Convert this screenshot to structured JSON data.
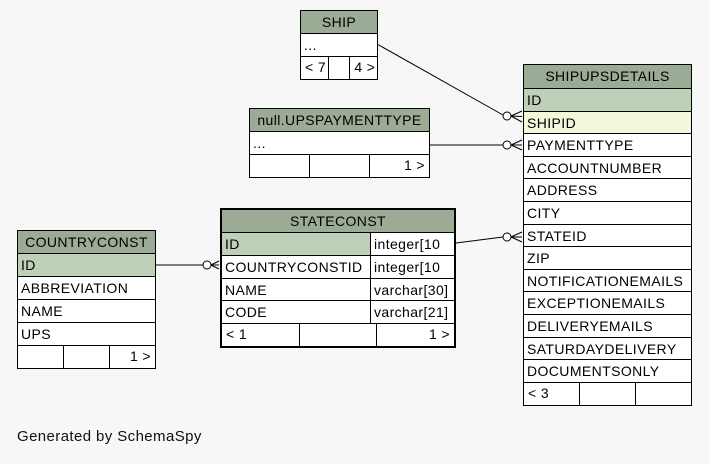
{
  "page": {
    "footer_text": "Generated by SchemaSpy"
  },
  "colors": {
    "page_bg": "#f7f7f7",
    "header_bg": "#9bab96",
    "primary_key_bg": "#bed1b8",
    "indexed_bg": "#f4f7da",
    "table_bg": "#ffffff",
    "border": "#000000"
  },
  "tables": {
    "ship": {
      "title": "SHIP",
      "columns": [
        {
          "name": "..."
        }
      ],
      "footer": [
        "< 7",
        "",
        "4 >"
      ]
    },
    "upspaymenttype": {
      "title": "null.UPSPAYMENTTYPE",
      "columns": [
        {
          "name": "..."
        }
      ],
      "footer": [
        "",
        "",
        "1 >"
      ]
    },
    "shipupsdetails": {
      "title": "SHIPUPSDETAILS",
      "columns": [
        {
          "name": "ID",
          "style": "primary-key"
        },
        {
          "name": "SHIPID",
          "style": "indexed"
        },
        {
          "name": "PAYMENTTYPE"
        },
        {
          "name": "ACCOUNTNUMBER"
        },
        {
          "name": "ADDRESS"
        },
        {
          "name": "CITY"
        },
        {
          "name": "STATEID"
        },
        {
          "name": "ZIP"
        },
        {
          "name": "NOTIFICATIONEMAILS"
        },
        {
          "name": "EXCEPTIONEMAILS"
        },
        {
          "name": "DELIVERYEMAILS"
        },
        {
          "name": "SATURDAYDELIVERY"
        },
        {
          "name": "DOCUMENTSONLY"
        }
      ],
      "footer": [
        "< 3",
        "",
        ""
      ]
    },
    "stateconst": {
      "title": "STATECONST",
      "columns": [
        {
          "name": "ID",
          "type": "integer[10",
          "style": "primary-key"
        },
        {
          "name": "COUNTRYCONSTID",
          "type": "integer[10"
        },
        {
          "name": "NAME",
          "type": "varchar[30]"
        },
        {
          "name": "CODE",
          "type": "varchar[21]"
        }
      ],
      "footer": [
        "< 1",
        "",
        "1 >"
      ]
    },
    "countryconst": {
      "title": "COUNTRYCONST",
      "columns": [
        {
          "name": "ID",
          "style": "primary-key"
        },
        {
          "name": "ABBREVIATION"
        },
        {
          "name": "NAME"
        },
        {
          "name": "UPS"
        }
      ],
      "footer": [
        "",
        "",
        "1 >"
      ]
    }
  },
  "relationships": [
    {
      "from": "SHIP",
      "to": "SHIPUPSDETAILS.SHIPID"
    },
    {
      "from": "null.UPSPAYMENTTYPE",
      "to": "SHIPUPSDETAILS.PAYMENTTYPE"
    },
    {
      "from": "STATECONST.ID",
      "to": "SHIPUPSDETAILS.STATEID"
    },
    {
      "from": "COUNTRYCONST.ID",
      "to": "STATECONST.COUNTRYCONSTID"
    }
  ]
}
